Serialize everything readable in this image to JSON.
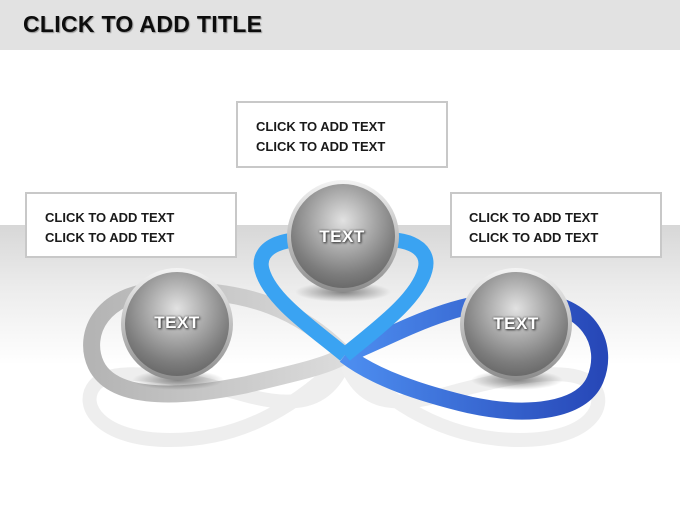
{
  "title": "CLICK TO ADD TITLE",
  "boxes": {
    "top": {
      "line1": "CLICK TO ADD TEXT",
      "line2": "CLICK TO ADD TEXT"
    },
    "left": {
      "line1": "CLICK TO ADD TEXT",
      "line2": "CLICK TO ADD TEXT"
    },
    "right": {
      "line1": "CLICK TO ADD TEXT",
      "line2": "CLICK TO ADD TEXT"
    }
  },
  "spheres": {
    "top": "TEXT",
    "left": "TEXT",
    "right": "TEXT"
  },
  "colors": {
    "title_bar": "#e2e2e2",
    "loop_gray": "#bdbdbd",
    "loop_light_blue": "#3aa0f0",
    "loop_dark_blue": "#2f5fd0",
    "sphere": "#9a9a9a"
  }
}
